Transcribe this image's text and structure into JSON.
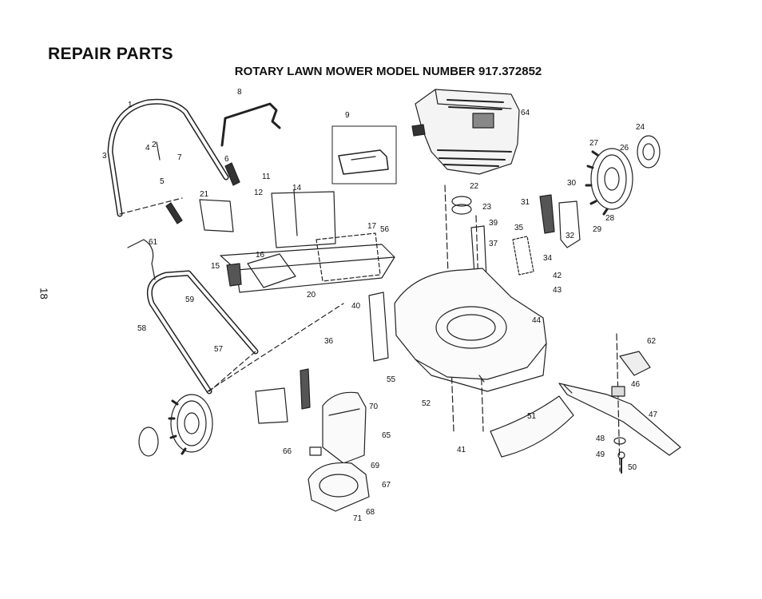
{
  "header": {
    "title": "REPAIR PARTS",
    "subtitle": "ROTARY LAWN MOWER MODEL NUMBER 917.372852"
  },
  "page_number": "18",
  "callouts": [
    "1",
    "2",
    "3",
    "4",
    "5",
    "6",
    "7",
    "8",
    "9",
    "11",
    "12",
    "14",
    "15",
    "16",
    "17",
    "20",
    "21",
    "22",
    "23",
    "24",
    "26",
    "27",
    "28",
    "29",
    "30",
    "31",
    "32",
    "34",
    "35",
    "36",
    "37",
    "39",
    "40",
    "41",
    "42",
    "43",
    "44",
    "46",
    "47",
    "48",
    "49",
    "50",
    "51",
    "52",
    "55",
    "56",
    "57",
    "58",
    "59",
    "61",
    "62",
    "64",
    "65",
    "66",
    "67",
    "68",
    "69",
    "70",
    "71"
  ]
}
